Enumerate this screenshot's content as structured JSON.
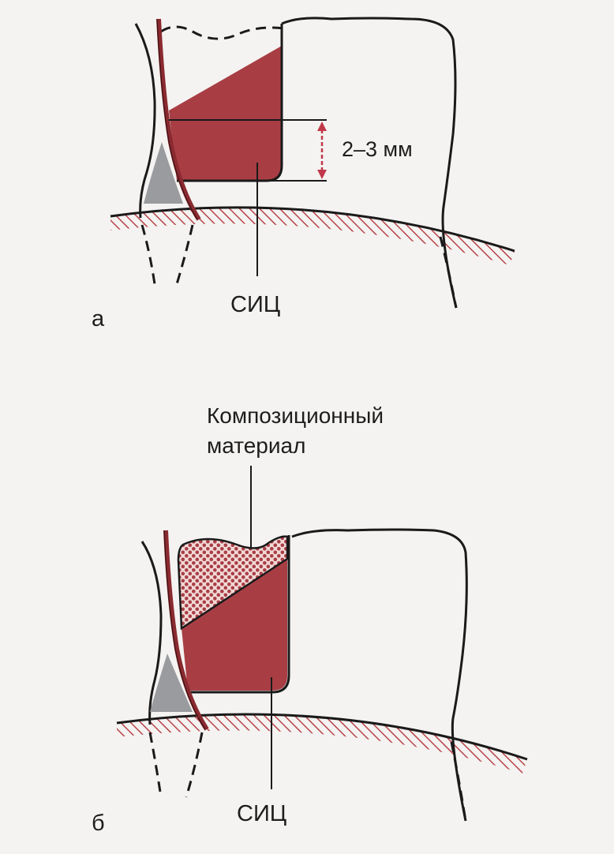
{
  "colors": {
    "background": "#f4f3f1",
    "gic_fill": "#a83e44",
    "composite_dots": "#a83e44",
    "composite_bg": "#f1d8d6",
    "matrix_band": "#8a2a30",
    "matrix_line": "#6e1f25",
    "wedge": "#9a9b9e",
    "gingiva_hatch": "#b8434a",
    "outline": "#1a1a1a",
    "dimension_arrow": "#c0384a"
  },
  "panel_a": {
    "letter": "а",
    "dimension_label": "2–3 мм",
    "material_label": "СИЦ"
  },
  "panel_b": {
    "letter": "б",
    "composite_label_line1": "Композиционный",
    "composite_label_line2": "материал",
    "material_label": "СИЦ"
  }
}
